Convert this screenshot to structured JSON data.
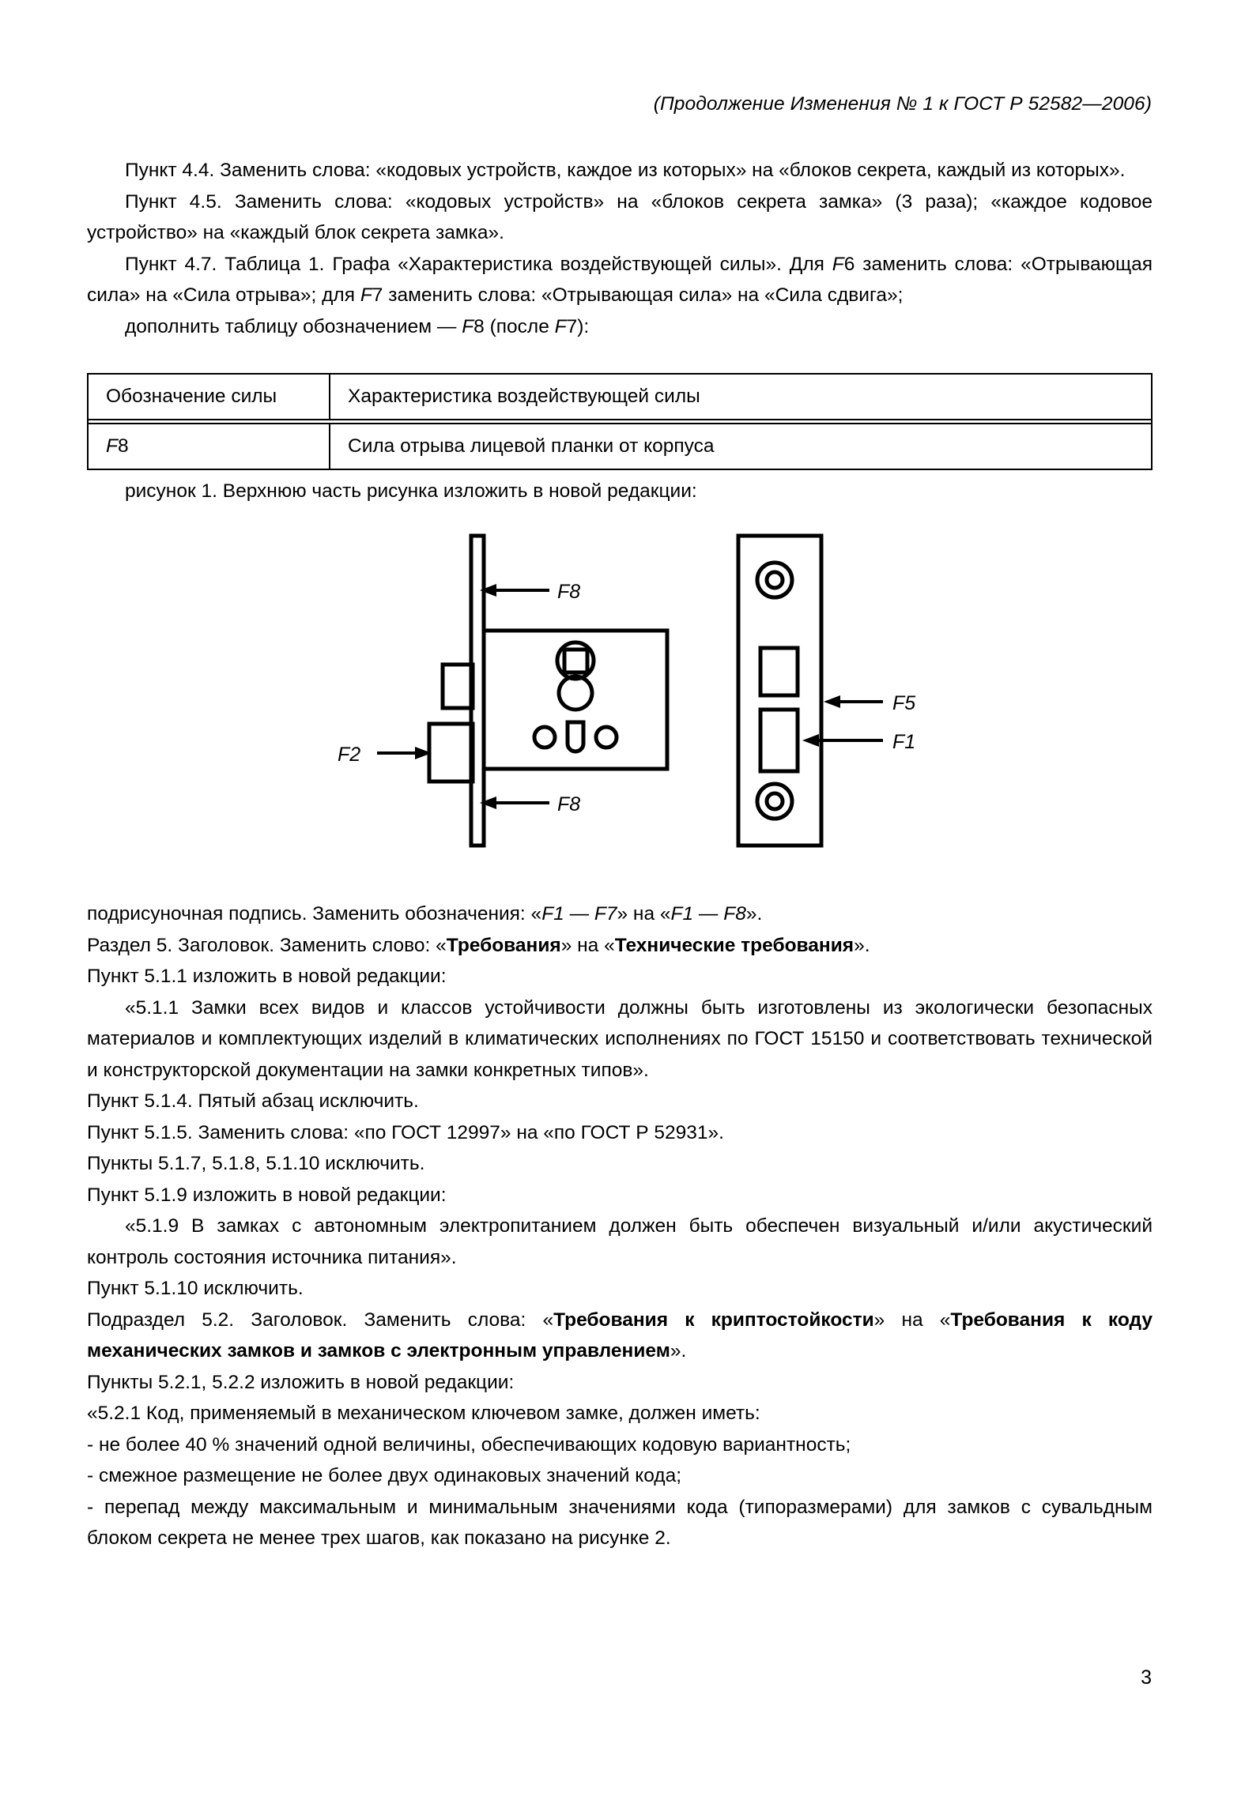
{
  "header": {
    "running_title": "(Продолжение Изменения № 1 к ГОСТ Р 52582—2006)"
  },
  "body_top": {
    "p1": "Пункт 4.4. Заменить слова: «кодовых устройств, каждое из которых» на «блоков секрета, каждый из которых».",
    "p2": "Пункт 4.5. Заменить слова: «кодовых устройств» на «блоков секрета замка» (3 раза); «каждое кодовое устройство» на «каждый блок секрета замка».",
    "p3_a": "Пункт 4.7. Таблица 1. Графа «Характеристика воздействующей силы». Для ",
    "p3_f6": "F",
    "p3_f6n": "6",
    "p3_b": " заменить слова: «Отрывающая сила» на «Сила отрыва»; для ",
    "p3_f7": "F",
    "p3_f7n": "7",
    "p3_c": " заменить слова: «Отрывающая сила» на «Сила сдвига»;",
    "p4_a": "дополнить таблицу обозначением — ",
    "p4_f8": "F",
    "p4_f8n": "8",
    "p4_b": " (после ",
    "p4_f7": "F",
    "p4_f7n": "7",
    "p4_c": "):"
  },
  "table": {
    "headers": [
      "Обозначение силы",
      "Характеристика воздействующей силы"
    ],
    "rows": [
      {
        "designation_symbol": "F",
        "designation_number": "8",
        "description": "Сила отрыва лицевой планки от корпуса"
      }
    ]
  },
  "figure_intro": "рисунок 1. Верхнюю часть рисунка изложить в новой редакции:",
  "figure": {
    "labels": {
      "f8_top": "F8",
      "f8_bottom": "F8",
      "f2": "F2",
      "f5": "F5",
      "f1": "F1"
    },
    "description": "Чертёж врезного замка: вид корпуса с лицевой планкой (слева) и вид лицевой планки (справа)"
  },
  "body_bottom": {
    "p1_a": "подрисуночная подпись. Заменить обозначения: «",
    "p1_f1": "F1",
    "p1_dash1": " — ",
    "p1_f7": "F7",
    "p1_b": "» на «",
    "p1_f1b": "F1",
    "p1_dash2": " — ",
    "p1_f8": "F8",
    "p1_c": "».",
    "p2_a": "Раздел 5. Заголовок. Заменить слово: «",
    "p2_bold1": "Требования",
    "p2_b": "» на «",
    "p2_bold2": "Технические требования",
    "p2_c": "».",
    "p3": "Пункт 5.1.1 изложить в новой редакции:",
    "p4": "«5.1.1 Замки всех видов и классов устойчивости должны быть изготовлены из экологически безопасных материалов и комплектующих изделий в климатических исполнениях по ГОСТ 15150 и соответствовать технической и конструкторской документации на замки конкретных типов».",
    "p5": "Пункт 5.1.4. Пятый абзац исключить.",
    "p6": "Пункт 5.1.5. Заменить слова: «по ГОСТ 12997» на «по ГОСТ Р 52931».",
    "p7": "Пункты 5.1.7, 5.1.8, 5.1.10 исключить.",
    "p8": "Пункт 5.1.9 изложить в новой редакции:",
    "p9": "«5.1.9 В замках с автономным электропитанием должен быть обеспечен визуальный и/или акустический контроль состояния источника питания».",
    "p10": "Пункт 5.1.10 исключить.",
    "p11_a": "Подраздел 5.2. Заголовок. Заменить слова: «",
    "p11_bold1": "Требования к криптостойкости",
    "p11_b": "» на «",
    "p11_bold2": "Требования к коду механических замков и замков с электронным управлением",
    "p11_c": "».",
    "p12": "Пункты 5.2.1, 5.2.2 изложить в новой редакции:",
    "p13": "«5.2.1 Код, применяемый в механическом ключевом замке, должен иметь:",
    "p14": "- не более 40 % значений одной величины, обеспечивающих кодовую вариантность;",
    "p15": "- смежное размещение не более двух одинаковых значений кода;",
    "p16": "- перепад между максимальным и минимальным значениями кода (типоразмерами) для замков с сувальдным блоком секрета не менее трех шагов, как показано на рисунке 2."
  },
  "footer": {
    "page_number": "3"
  }
}
